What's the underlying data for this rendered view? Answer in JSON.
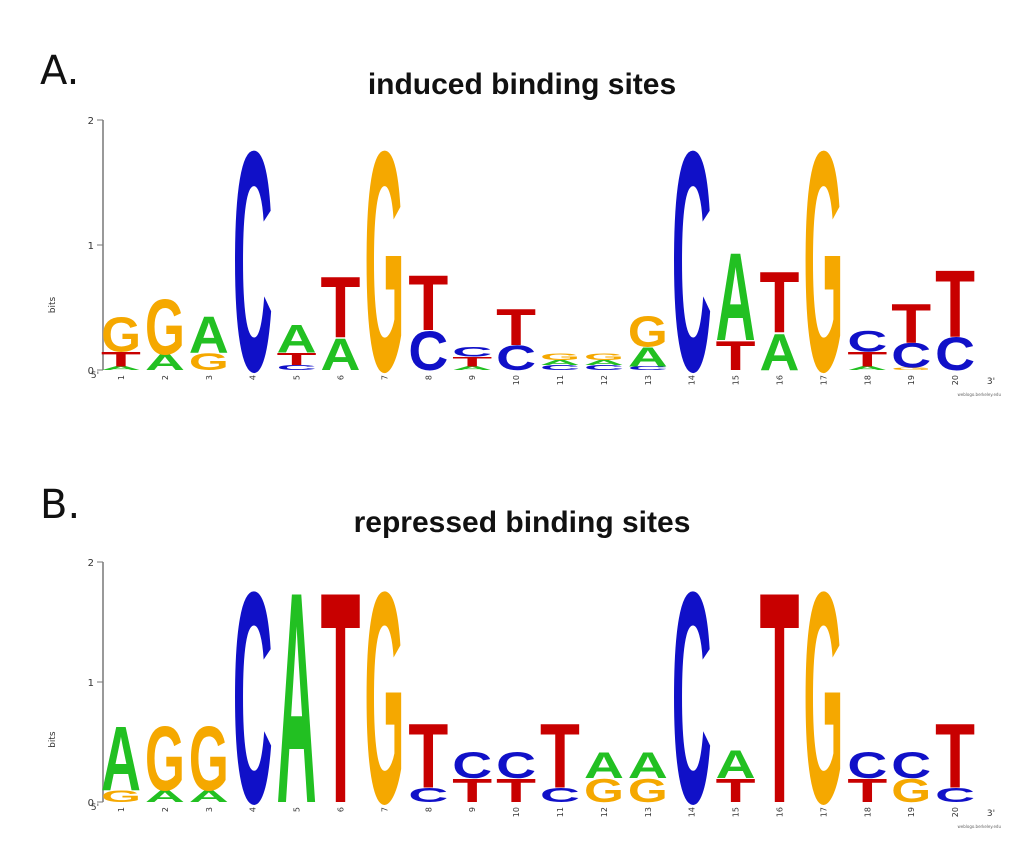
{
  "figure": {
    "panel_a_label": "A.",
    "panel_b_label": "B.",
    "credit": "weblogo.berkeley.edu"
  },
  "colors": {
    "A": "#22c022",
    "C": "#1010c8",
    "G": "#f5a800",
    "T": "#c80000"
  },
  "chart_data": [
    {
      "type": "sequence-logo",
      "title": "induced binding sites",
      "ylabel": "bits",
      "ylim": [
        0,
        2
      ],
      "yticks": [
        "0",
        "1",
        "2"
      ],
      "x_start": "5'",
      "x_end": "3'",
      "positions": [
        "1",
        "2",
        "3",
        "4",
        "5",
        "6",
        "7",
        "8",
        "9",
        "10",
        "11",
        "12",
        "13",
        "14",
        "15",
        "16",
        "17",
        "18",
        "19",
        "20"
      ],
      "stacks": [
        [
          {
            "l": "A",
            "v": 0.03
          },
          {
            "l": "T",
            "v": 0.12
          },
          {
            "l": "G",
            "v": 0.28
          }
        ],
        [
          {
            "l": "A",
            "v": 0.13
          },
          {
            "l": "G",
            "v": 0.45
          }
        ],
        [
          {
            "l": "G",
            "v": 0.14
          },
          {
            "l": "A",
            "v": 0.3
          }
        ],
        [
          {
            "l": "C",
            "v": 1.8
          }
        ],
        [
          {
            "l": "C",
            "v": 0.04
          },
          {
            "l": "T",
            "v": 0.1
          },
          {
            "l": "A",
            "v": 0.23
          }
        ],
        [
          {
            "l": "A",
            "v": 0.26
          },
          {
            "l": "T",
            "v": 0.5
          }
        ],
        [
          {
            "l": "G",
            "v": 1.8
          }
        ],
        [
          {
            "l": "C",
            "v": 0.32
          },
          {
            "l": "T",
            "v": 0.45
          }
        ],
        [
          {
            "l": "A",
            "v": 0.03
          },
          {
            "l": "T",
            "v": 0.08
          },
          {
            "l": "C",
            "v": 0.08
          }
        ],
        [
          {
            "l": "C",
            "v": 0.2
          },
          {
            "l": "T",
            "v": 0.3
          }
        ],
        [
          {
            "l": "C",
            "v": 0.04
          },
          {
            "l": "A",
            "v": 0.04
          },
          {
            "l": "G",
            "v": 0.05
          }
        ],
        [
          {
            "l": "C",
            "v": 0.04
          },
          {
            "l": "A",
            "v": 0.04
          },
          {
            "l": "G",
            "v": 0.05
          }
        ],
        [
          {
            "l": "C",
            "v": 0.03
          },
          {
            "l": "A",
            "v": 0.16
          },
          {
            "l": "G",
            "v": 0.25
          }
        ],
        [
          {
            "l": "C",
            "v": 1.8
          }
        ],
        [
          {
            "l": "T",
            "v": 0.24
          },
          {
            "l": "A",
            "v": 0.72
          }
        ],
        [
          {
            "l": "A",
            "v": 0.3
          },
          {
            "l": "T",
            "v": 0.5
          }
        ],
        [
          {
            "l": "G",
            "v": 1.8
          }
        ],
        [
          {
            "l": "A",
            "v": 0.03
          },
          {
            "l": "T",
            "v": 0.12
          },
          {
            "l": "C",
            "v": 0.17
          }
        ],
        [
          {
            "l": "G",
            "v": 0.02
          },
          {
            "l": "C",
            "v": 0.2
          },
          {
            "l": "T",
            "v": 0.32
          }
        ],
        [
          {
            "l": "C",
            "v": 0.27
          },
          {
            "l": "T",
            "v": 0.55
          }
        ]
      ]
    },
    {
      "type": "sequence-logo",
      "title": "repressed binding sites",
      "ylabel": "bits",
      "ylim": [
        0,
        2
      ],
      "yticks": [
        "0",
        "1",
        "2"
      ],
      "x_start": "5'",
      "x_end": "3'",
      "positions": [
        "1",
        "2",
        "3",
        "4",
        "5",
        "6",
        "7",
        "8",
        "9",
        "10",
        "11",
        "12",
        "13",
        "14",
        "15",
        "16",
        "17",
        "18",
        "19",
        "20"
      ],
      "stacks": [
        [
          {
            "l": "G",
            "v": 0.1
          },
          {
            "l": "A",
            "v": 0.55
          }
        ],
        [
          {
            "l": "A",
            "v": 0.1
          },
          {
            "l": "G",
            "v": 0.55
          }
        ],
        [
          {
            "l": "A",
            "v": 0.1
          },
          {
            "l": "G",
            "v": 0.55
          }
        ],
        [
          {
            "l": "C",
            "v": 1.8
          }
        ],
        [
          {
            "l": "A",
            "v": 1.8
          }
        ],
        [
          {
            "l": "T",
            "v": 1.8
          }
        ],
        [
          {
            "l": "G",
            "v": 1.8
          }
        ],
        [
          {
            "l": "C",
            "v": 0.12
          },
          {
            "l": "T",
            "v": 0.55
          }
        ],
        [
          {
            "l": "T",
            "v": 0.2
          },
          {
            "l": "C",
            "v": 0.22
          }
        ],
        [
          {
            "l": "T",
            "v": 0.2
          },
          {
            "l": "C",
            "v": 0.22
          }
        ],
        [
          {
            "l": "C",
            "v": 0.12
          },
          {
            "l": "T",
            "v": 0.55
          }
        ],
        [
          {
            "l": "G",
            "v": 0.2
          },
          {
            "l": "A",
            "v": 0.22
          }
        ],
        [
          {
            "l": "G",
            "v": 0.2
          },
          {
            "l": "A",
            "v": 0.22
          }
        ],
        [
          {
            "l": "C",
            "v": 1.8
          }
        ],
        [
          {
            "l": "T",
            "v": 0.2
          },
          {
            "l": "A",
            "v": 0.24
          }
        ],
        [
          {
            "l": "T",
            "v": 1.8
          }
        ],
        [
          {
            "l": "G",
            "v": 1.8
          }
        ],
        [
          {
            "l": "T",
            "v": 0.2
          },
          {
            "l": "C",
            "v": 0.22
          }
        ],
        [
          {
            "l": "G",
            "v": 0.2
          },
          {
            "l": "C",
            "v": 0.22
          }
        ],
        [
          {
            "l": "C",
            "v": 0.12
          },
          {
            "l": "T",
            "v": 0.55
          }
        ]
      ]
    }
  ]
}
